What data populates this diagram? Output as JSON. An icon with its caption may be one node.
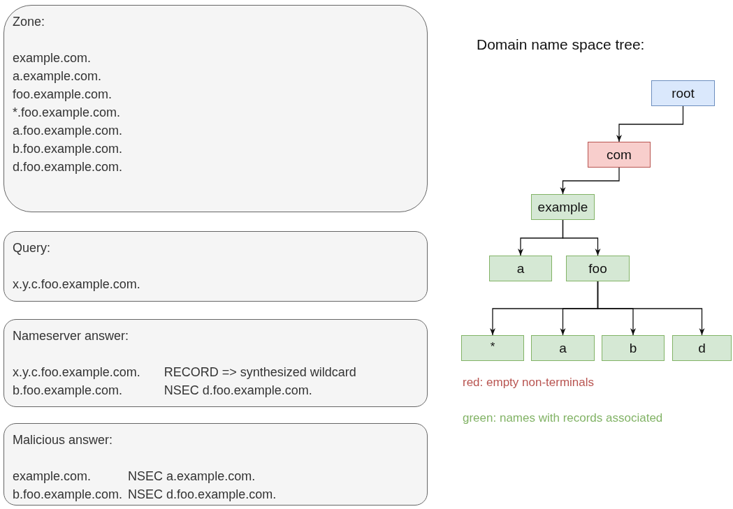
{
  "diagram": {
    "title": "Domain name space tree:",
    "nodes": [
      {
        "text": [
          "Zone:",
          "example.com.",
          "a.example.com.",
          "foo.example.com.",
          "*.foo.example.com.",
          "a.foo.example.com.",
          "b.foo.example.com.",
          "d.foo.example.com."
        ]
      },
      {
        "text": [
          "Query:",
          "x.y.c.foo.example.com."
        ]
      },
      {
        "text": [
          "Nameserver answer:",
          "x.y.c.foo.example.com.",
          "RECORD => synthesized wildcard",
          "b.foo.example.com.",
          "NSEC d.foo.example.com."
        ]
      },
      {
        "text": [
          "Malicious answer:",
          "example.com.",
          "NSEC a.example.com.",
          "b.foo.example.com.",
          "NSEC d.foo.example.com."
        ]
      },
      {
        "text": [
          "root"
        ]
      },
      {
        "text": [
          "com"
        ]
      },
      {
        "text": [
          "example"
        ]
      },
      {
        "text": [
          "a"
        ]
      },
      {
        "text": [
          "foo"
        ]
      },
      {
        "text": [
          "*"
        ]
      },
      {
        "text": [
          "a"
        ]
      },
      {
        "text": [
          "b"
        ]
      },
      {
        "text": [
          "d"
        ]
      }
    ],
    "edges": [
      {
        "from": 4,
        "to": 5,
        "arrow": "to"
      },
      {
        "from": 5,
        "to": 6,
        "arrow": "to"
      },
      {
        "from": 6,
        "to": 7,
        "arrow": "to"
      },
      {
        "from": 6,
        "to": 8,
        "arrow": "to"
      },
      {
        "from": 8,
        "to": 9,
        "arrow": "to"
      },
      {
        "from": 8,
        "to": 10,
        "arrow": "to"
      },
      {
        "from": 8,
        "to": 11,
        "arrow": "to"
      },
      {
        "from": 8,
        "to": 12,
        "arrow": "to"
      }
    ],
    "legend": [
      {
        "text": "red: empty non-terminals",
        "color": "#b85450"
      },
      {
        "text": "green: names with records associated",
        "color": "#82b366"
      }
    ]
  }
}
